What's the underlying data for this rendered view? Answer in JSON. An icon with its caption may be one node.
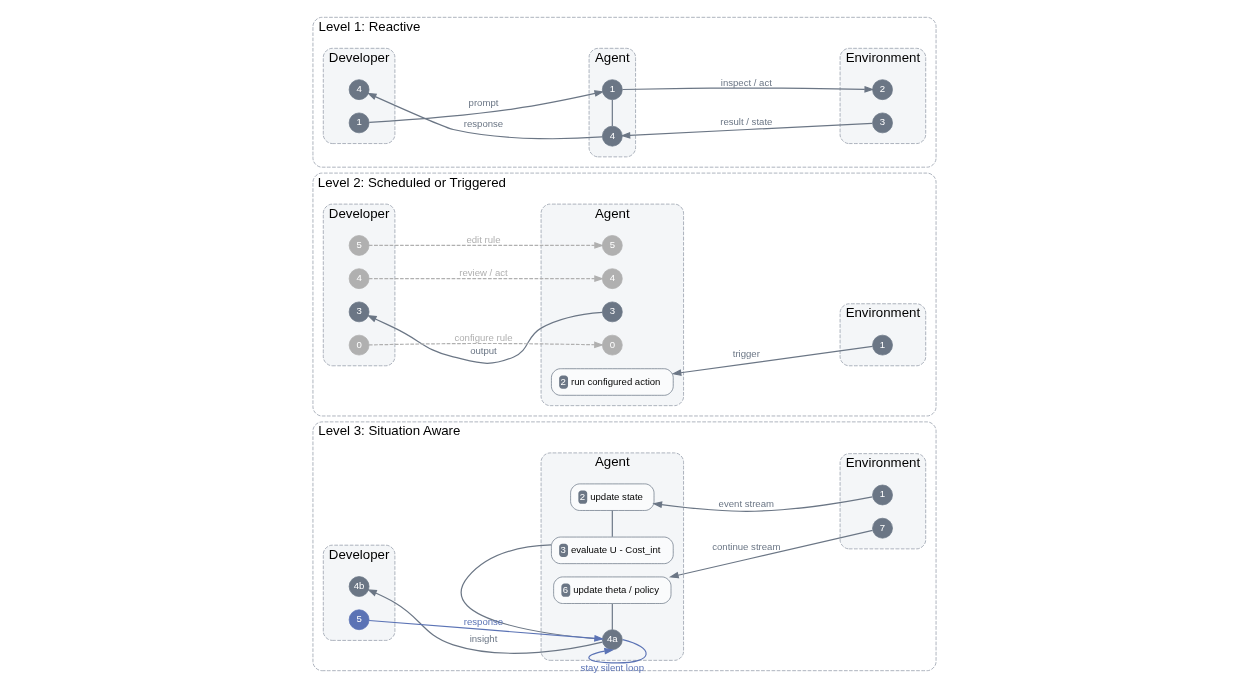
{
  "diagram": {
    "nodes": [
      {
        "text": [
          "Level 1: Reactive"
        ]
      },
      {
        "text": [
          "Developer"
        ],
        "in": 0
      },
      {
        "text": [
          "Agent"
        ],
        "in": 0
      },
      {
        "text": [
          "Environment"
        ],
        "in": 0
      },
      {
        "text": [
          "1"
        ],
        "in": 1
      },
      {
        "text": [
          "4"
        ],
        "in": 1
      },
      {
        "text": [
          "1"
        ],
        "in": 2
      },
      {
        "text": [
          "4"
        ],
        "in": 2
      },
      {
        "text": [
          "2"
        ],
        "in": 3
      },
      {
        "text": [
          "3"
        ],
        "in": 3
      },
      {
        "text": [
          "Level 2: Scheduled or Triggered"
        ]
      },
      {
        "text": [
          "Developer"
        ],
        "in": 10
      },
      {
        "text": [
          "Agent"
        ],
        "in": 10
      },
      {
        "text": [
          "Environment"
        ],
        "in": 10
      },
      {
        "text": [
          "0"
        ],
        "in": 11
      },
      {
        "text": [
          "3"
        ],
        "in": 11
      },
      {
        "text": [
          "4"
        ],
        "in": 11
      },
      {
        "text": [
          "5"
        ],
        "in": 11
      },
      {
        "text": [
          "0"
        ],
        "in": 12
      },
      {
        "text": [
          "2",
          "run configured action"
        ],
        "in": 12
      },
      {
        "text": [
          "3"
        ],
        "in": 12
      },
      {
        "text": [
          "4"
        ],
        "in": 12
      },
      {
        "text": [
          "5"
        ],
        "in": 12
      },
      {
        "text": [
          "1"
        ],
        "in": 13
      },
      {
        "text": [
          "Level 3: Situation Aware"
        ]
      },
      {
        "text": [
          "Developer"
        ],
        "in": 24
      },
      {
        "text": [
          "Agent"
        ],
        "in": 24
      },
      {
        "text": [
          "Environment"
        ],
        "in": 24
      },
      {
        "text": [
          "4b"
        ],
        "in": 25
      },
      {
        "text": [
          "5"
        ],
        "in": 25
      },
      {
        "text": [
          "2",
          "update state"
        ],
        "in": 26
      },
      {
        "text": [
          "3",
          "evaluate U - Cost_int"
        ],
        "in": 26
      },
      {
        "text": [
          "4a"
        ],
        "in": 26
      },
      {
        "text": [
          "6",
          "update theta / policy"
        ],
        "in": 26
      },
      {
        "text": [
          "1"
        ],
        "in": 27
      },
      {
        "text": [
          "7"
        ],
        "in": 27
      }
    ],
    "edges": [
      {
        "from": 4,
        "to": 6,
        "arrow": "to",
        "label": "prompt"
      },
      {
        "from": 6,
        "to": 7,
        "arrow": "none"
      },
      {
        "from": 6,
        "to": 8,
        "arrow": "to",
        "label": "inspect / act"
      },
      {
        "from": 9,
        "to": 7,
        "arrow": "to",
        "label": "result / state"
      },
      {
        "from": 7,
        "to": 5,
        "arrow": "to",
        "label": "response"
      },
      {
        "from": 14,
        "to": 18,
        "arrow": "to",
        "label": "configure rule",
        "style": "dashed",
        "color": "#b0b0b0"
      },
      {
        "from": 23,
        "to": 19,
        "arrow": "to",
        "label": "trigger"
      },
      {
        "from": 20,
        "to": 15,
        "arrow": "to",
        "label": "output"
      },
      {
        "from": 16,
        "to": 21,
        "arrow": "to",
        "label": "review / act",
        "style": "dashed",
        "color": "#b0b0b0"
      },
      {
        "from": 17,
        "to": 22,
        "arrow": "to",
        "label": "edit rule",
        "style": "dashed",
        "color": "#b0b0b0"
      },
      {
        "from": 34,
        "to": 30,
        "arrow": "to",
        "label": "event stream"
      },
      {
        "from": 30,
        "to": 31,
        "arrow": "none"
      },
      {
        "from": 31,
        "to": 32,
        "arrow": "none"
      },
      {
        "from": 32,
        "to": 28,
        "arrow": "to",
        "label": "insight"
      },
      {
        "from": 32,
        "to": 32,
        "arrow": "to",
        "label": "stay silent loop",
        "color": "#5b73b5"
      },
      {
        "from": 29,
        "to": 32,
        "arrow": "to",
        "label": "response",
        "color": "#5b73b5"
      },
      {
        "from": 32,
        "to": 33,
        "arrow": "none"
      },
      {
        "from": 35,
        "to": 33,
        "arrow": "to",
        "label": "continue stream"
      }
    ]
  }
}
